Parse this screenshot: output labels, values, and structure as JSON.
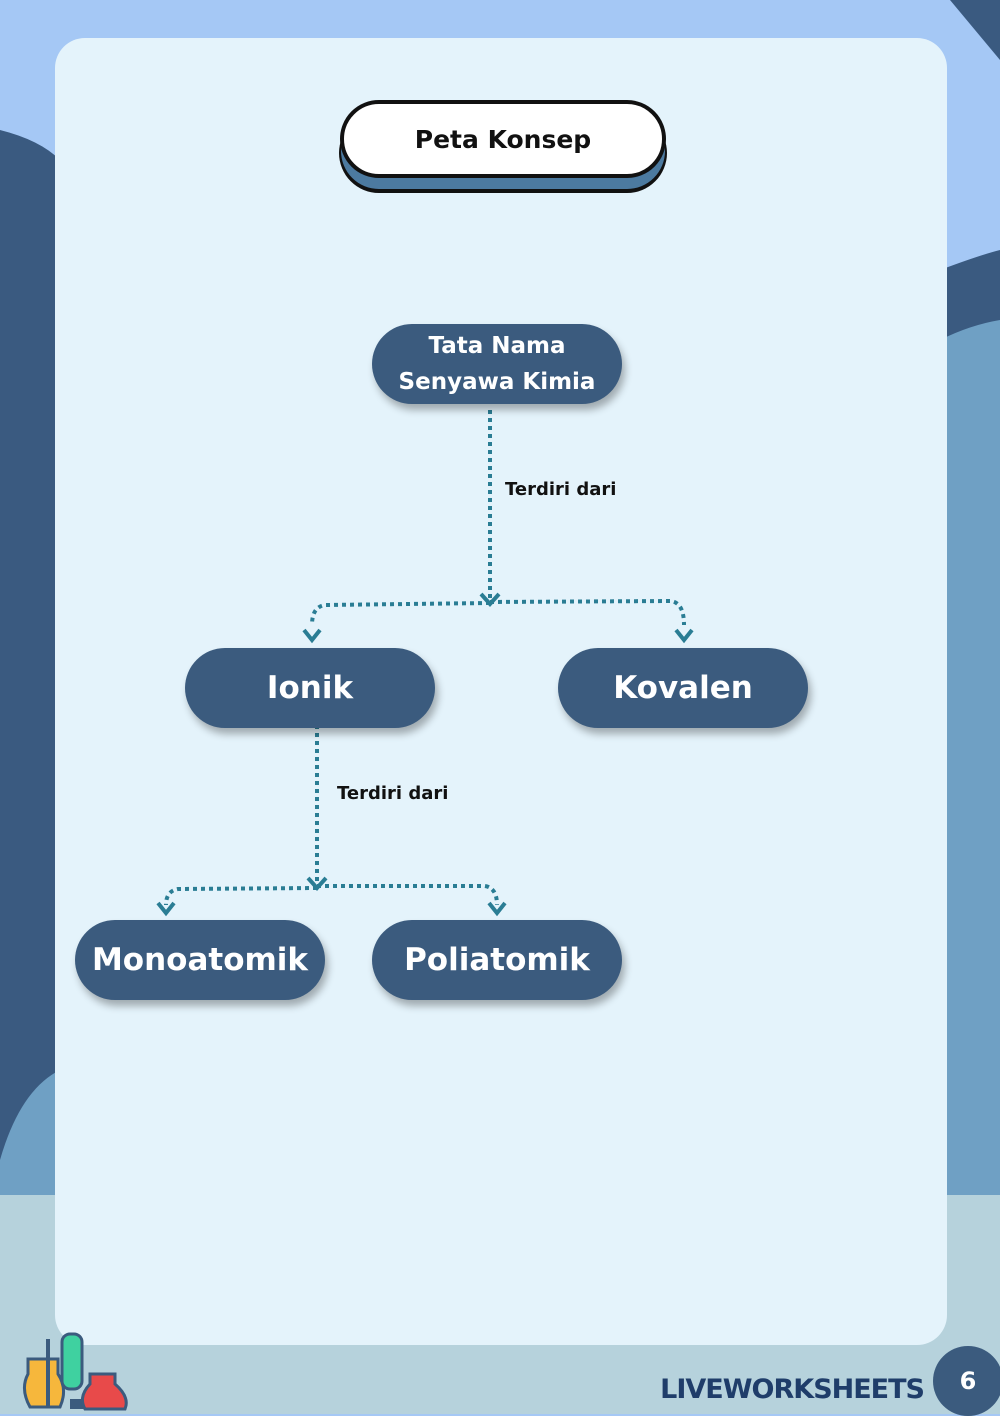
{
  "title": "Peta Konsep",
  "nodes": {
    "root_line1": "Tata Nama",
    "root_line2": "Senyawa Kimia",
    "ionik": "Ionik",
    "kovalen": "Kovalen",
    "monoatomik": "Monoatomik",
    "poliatomik": "Poliatomik"
  },
  "edge_labels": {
    "root": "Terdiri dari",
    "ionik": "Terdiri dari"
  },
  "footer": {
    "brand": "LIVEWORKSHEETS",
    "page_number": "6"
  },
  "colors": {
    "node": "#3b5b7e",
    "connector": "#2a7d94",
    "card": "#e4f3fb"
  }
}
